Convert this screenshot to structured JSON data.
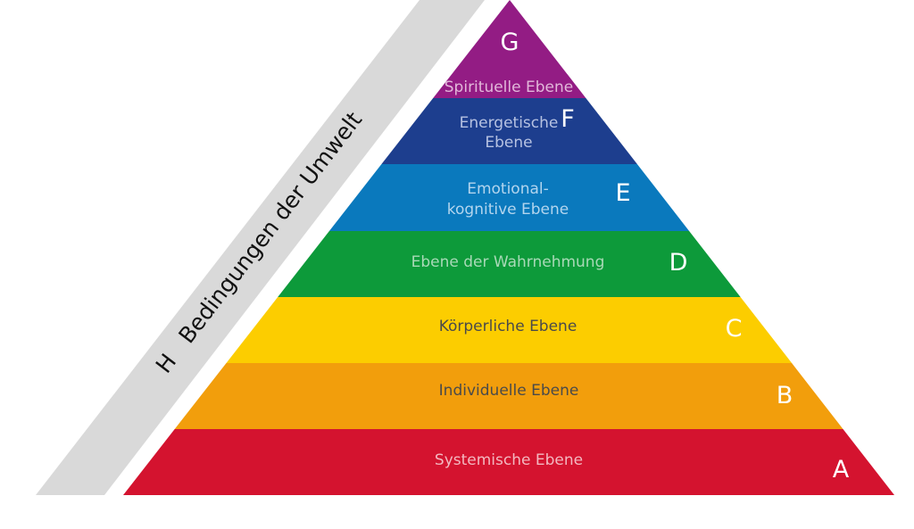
{
  "environment": {
    "letter": "H",
    "label": "Bedingungen der Umwelt",
    "color": "#d9d9d9"
  },
  "levels": [
    {
      "letter": "A",
      "name_lines": [
        "Systemische Ebene"
      ],
      "color": "#d4132f",
      "text_color": "#f3b8c0"
    },
    {
      "letter": "B",
      "name_lines": [
        "Individuelle Ebene"
      ],
      "color": "#f29e0c",
      "text_color": "#4a4a4a"
    },
    {
      "letter": "C",
      "name_lines": [
        "Körperliche Ebene"
      ],
      "color": "#fccd00",
      "text_color": "#4a4a4a"
    },
    {
      "letter": "D",
      "name_lines": [
        "Ebene der Wahrnehmung"
      ],
      "color": "#0d9a3a",
      "text_color": "#a9d9b7"
    },
    {
      "letter": "E",
      "name_lines": [
        "Emotional-",
        "kognitive Ebene"
      ],
      "color": "#0a79bd",
      "text_color": "#b3d5ee"
    },
    {
      "letter": "F",
      "name_lines": [
        "Energetische",
        "Ebene"
      ],
      "color": "#1d3e8e",
      "text_color": "#b6c2e2"
    },
    {
      "letter": "G",
      "name_lines": [
        "Spirituelle Ebene"
      ],
      "color": "#931c84",
      "text_color": "#e2b8da"
    }
  ]
}
